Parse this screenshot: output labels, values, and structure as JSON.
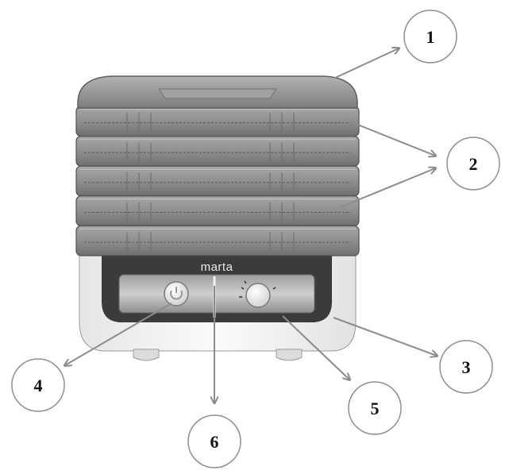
{
  "device": {
    "brand": "marta",
    "tray_count": 5
  },
  "callouts": [
    {
      "number": "1"
    },
    {
      "number": "2"
    },
    {
      "number": "3"
    },
    {
      "number": "4"
    },
    {
      "number": "5"
    },
    {
      "number": "6"
    }
  ],
  "colors": {
    "lid": "#8d8d8d",
    "tray": "#9a9a9a",
    "base": "#f4f4f4",
    "panel": "#3b3b3b",
    "arrow": "#8c8c8c"
  }
}
